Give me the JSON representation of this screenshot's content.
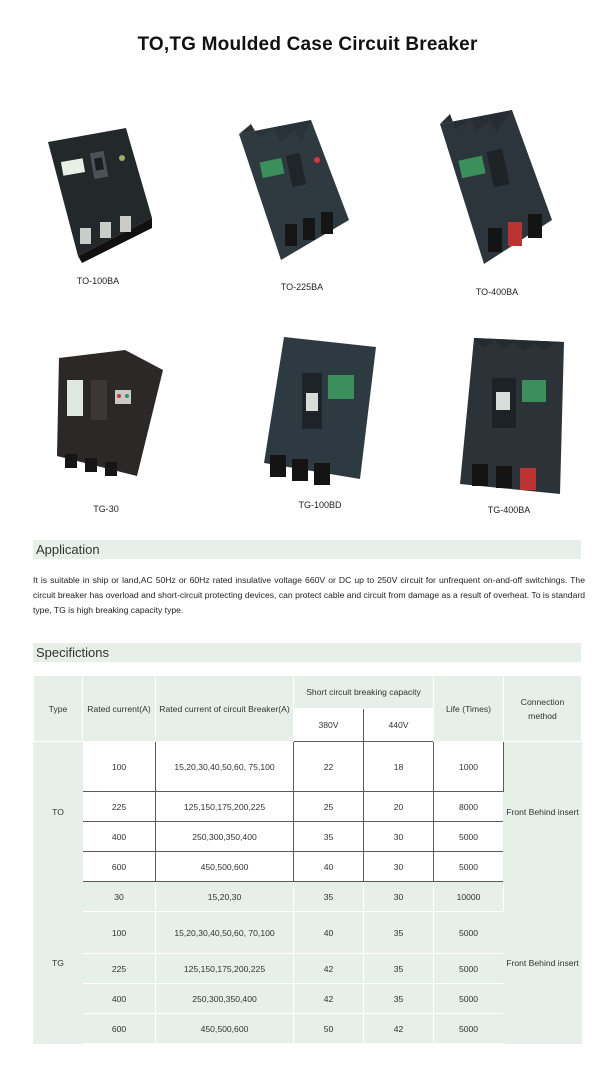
{
  "title": "TO,TG Moulded Case Circuit Breaker",
  "products": [
    {
      "name": "TO-100BA"
    },
    {
      "name": "TO-225BA"
    },
    {
      "name": "TO-400BA"
    },
    {
      "name": "TG-30"
    },
    {
      "name": "TG-100BD"
    },
    {
      "name": "TG-400BA"
    }
  ],
  "application": {
    "heading": "Application",
    "text": "It is suitable in ship or land,AC 50Hz or 60Hz rated insulative voltage 660V or DC up to 250V circuit for unfrequent on-and-off switchings. The circuit breaker has overload and short-circuit protecting devices, can protect cable and circuit from damage as a result of overheat. To is standard type, TG is high breaking capacity type."
  },
  "specifications": {
    "heading": "Specifictions",
    "headers": {
      "type": "Type",
      "rated_current": "Rated current(A)",
      "rated_current_breaker": "Rated current of circuit Breaker(A)",
      "breaking_capacity": "Short circuit breaking capacity",
      "v380": "380V",
      "v440": "440V",
      "life": "Life (Times)",
      "connection": "Connection method"
    },
    "groups": [
      {
        "type": "TO",
        "connection": "Front Behind insert",
        "rows": [
          {
            "rated": "100",
            "breaker": "15,20,30,40,50,60, 75,100",
            "v380": "22",
            "v440": "18",
            "life": "1000"
          },
          {
            "rated": "225",
            "breaker": "125,150,175,200,225",
            "v380": "25",
            "v440": "20",
            "life": "8000"
          },
          {
            "rated": "400",
            "breaker": "250,300,350,400",
            "v380": "35",
            "v440": "30",
            "life": "5000"
          },
          {
            "rated": "600",
            "breaker": "450,500,600",
            "v380": "40",
            "v440": "30",
            "life": "5000"
          }
        ]
      },
      {
        "type": "TG",
        "connection": "Front Behind insert",
        "rows": [
          {
            "rated": "30",
            "breaker": "15,20,30",
            "v380": "35",
            "v440": "30",
            "life": "10000"
          },
          {
            "rated": "100",
            "breaker": "15,20,30,40,50,60, 70,100",
            "v380": "40",
            "v440": "35",
            "life": "5000"
          },
          {
            "rated": "225",
            "breaker": "125,150,175,200,225",
            "v380": "42",
            "v440": "35",
            "life": "5000"
          },
          {
            "rated": "400",
            "breaker": "250,300,350,400",
            "v380": "42",
            "v440": "35",
            "life": "5000"
          },
          {
            "rated": "600",
            "breaker": "450,500,600",
            "v380": "50",
            "v440": "42",
            "life": "5000"
          }
        ]
      }
    ]
  },
  "colors": {
    "section_bg": "#e7efe9",
    "body_color": "#2f3940",
    "label_green": "#3a8f5b"
  }
}
